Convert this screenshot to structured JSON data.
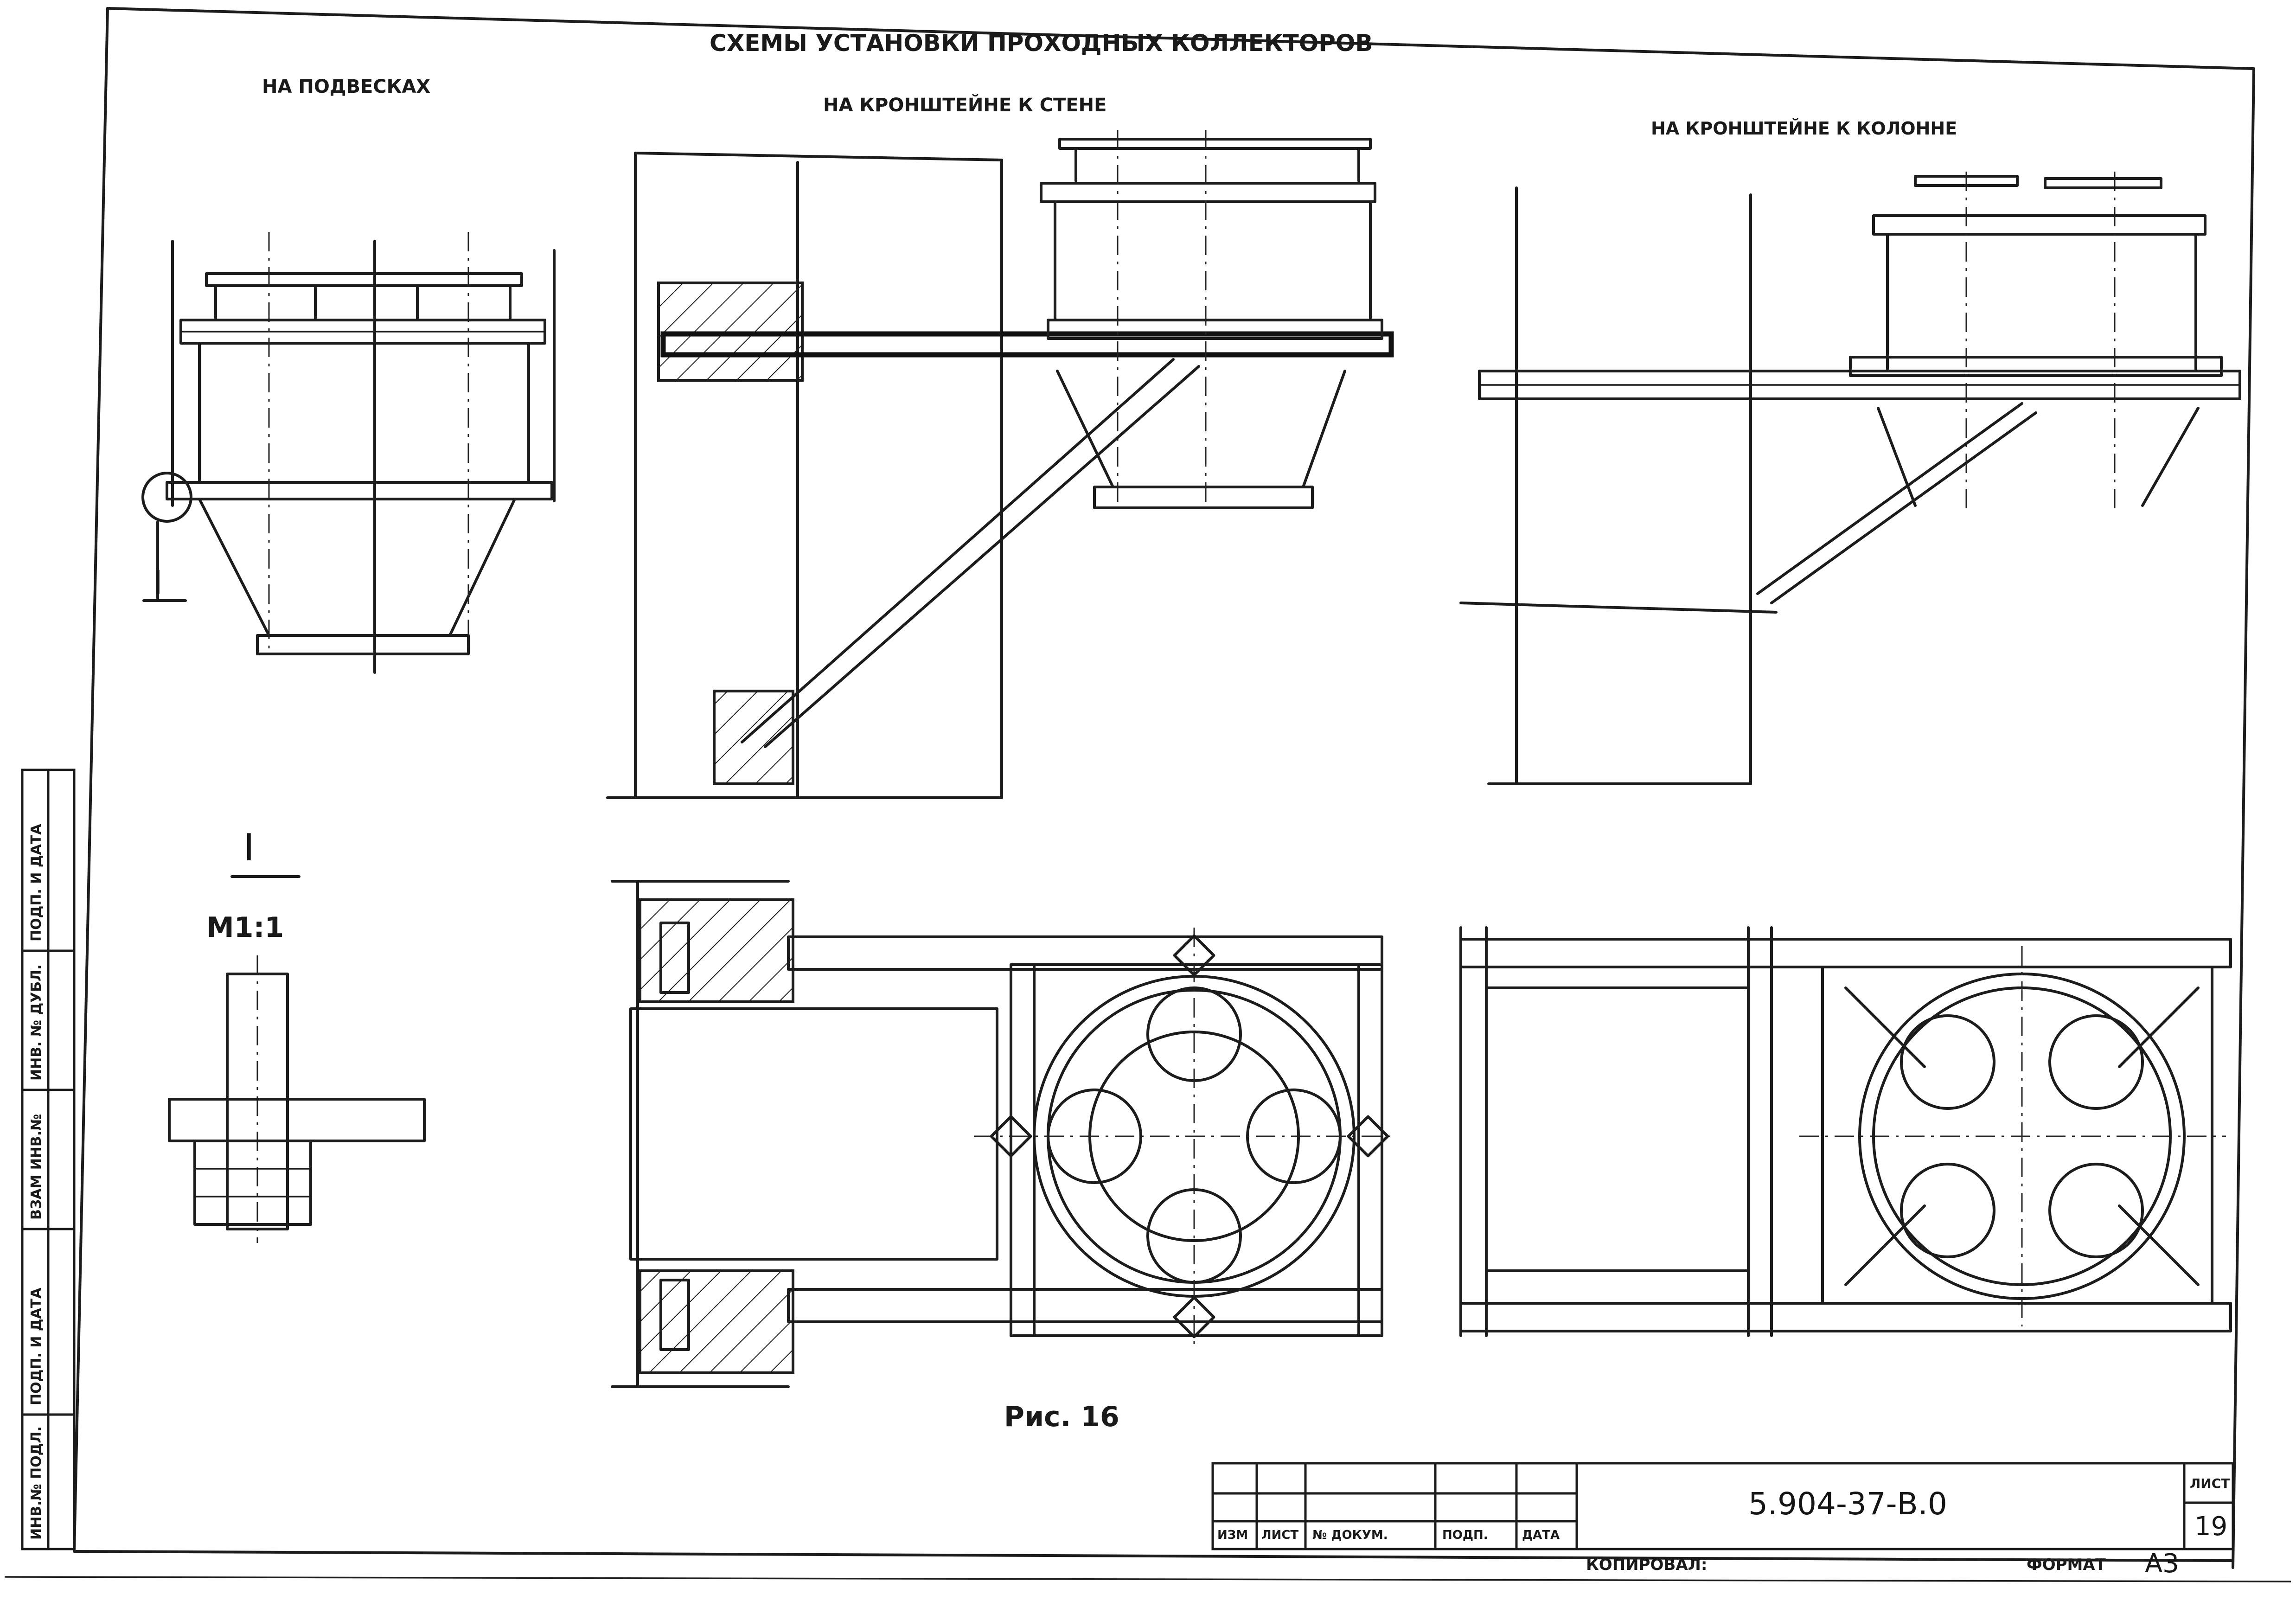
{
  "title": "СХЕМЫ УСТАНОВКИ ПРОХОДНЫХ КОЛЛЕКТОРОВ",
  "views": {
    "hangers": "НА ПОДВЕСКАХ",
    "wall_bracket": "НА КРОНШТЕЙНЕ К СТЕНЕ",
    "column_bracket": "НА КРОНШТЕЙНЕ К КОЛОННЕ"
  },
  "detail": {
    "marker": "I",
    "scale": "М1:1"
  },
  "figure_caption": "Рис. 16",
  "title_block": {
    "headers": [
      "ИЗМ",
      "ЛИСТ",
      "№ ДОКУМ.",
      "ПОДП.",
      "ДАТА"
    ],
    "document_number": "5.904-37-В.0",
    "sheet_label": "ЛИСТ",
    "sheet_number": "19",
    "copied_label": "КОПИРОВАЛ:",
    "format_label": "ФОРМАТ",
    "format_value": "А3"
  },
  "side_stamp": [
    "ИНВ.№ ПОДЛ.",
    "ПОДП. И ДАТА",
    "ВЗАМ ИНВ.№",
    "ИНВ. № ДУБЛ.",
    "ПОДП. И ДАТА"
  ]
}
